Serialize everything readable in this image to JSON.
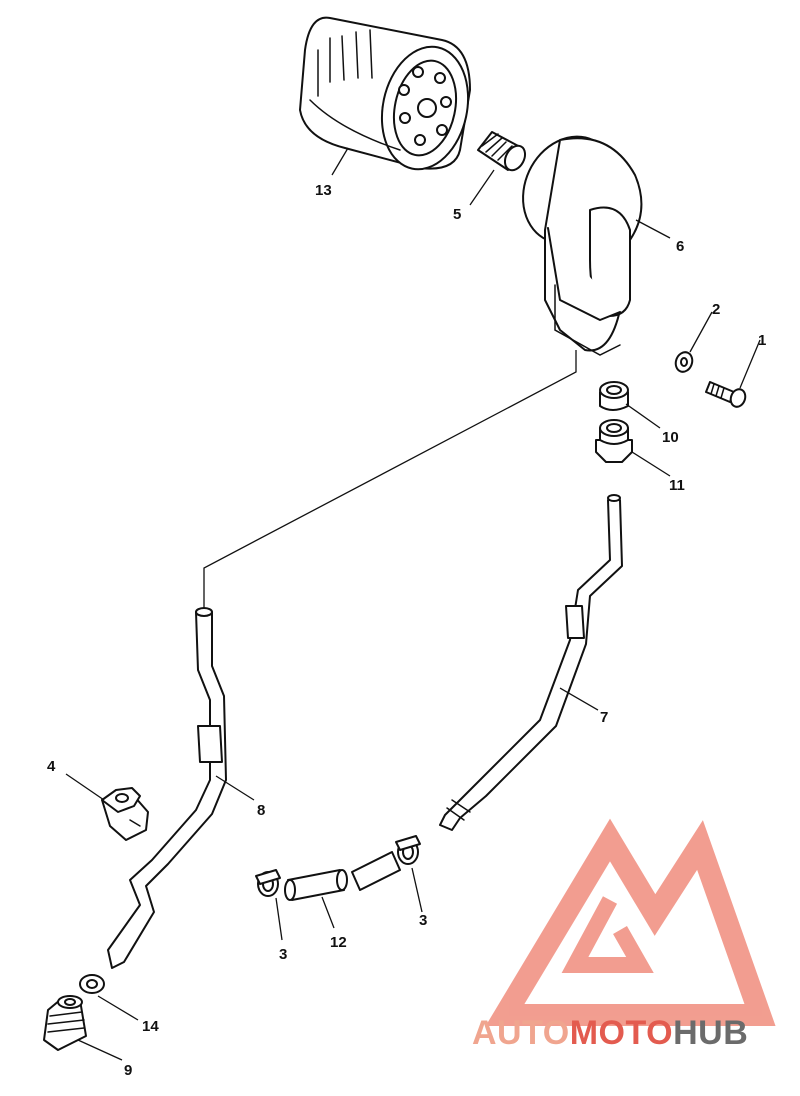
{
  "callouts": [
    {
      "id": "1",
      "label": "1"
    },
    {
      "id": "2",
      "label": "2"
    },
    {
      "id": "3a",
      "label": "3"
    },
    {
      "id": "3b",
      "label": "3"
    },
    {
      "id": "4",
      "label": "4"
    },
    {
      "id": "5",
      "label": "5"
    },
    {
      "id": "6",
      "label": "6"
    },
    {
      "id": "7",
      "label": "7"
    },
    {
      "id": "8",
      "label": "8"
    },
    {
      "id": "9",
      "label": "9"
    },
    {
      "id": "10",
      "label": "10"
    },
    {
      "id": "11",
      "label": "11"
    },
    {
      "id": "12",
      "label": "12"
    },
    {
      "id": "13",
      "label": "13"
    },
    {
      "id": "14",
      "label": "14"
    }
  ],
  "watermark": {
    "part1": "AUTO",
    "part2": "MOTO",
    "part3": "HUB",
    "color_primary": "#f0a58f",
    "color_secondary": "#e35b4f",
    "color_tertiary": "#6b6b6b",
    "logo_color": "#f08d7d"
  }
}
